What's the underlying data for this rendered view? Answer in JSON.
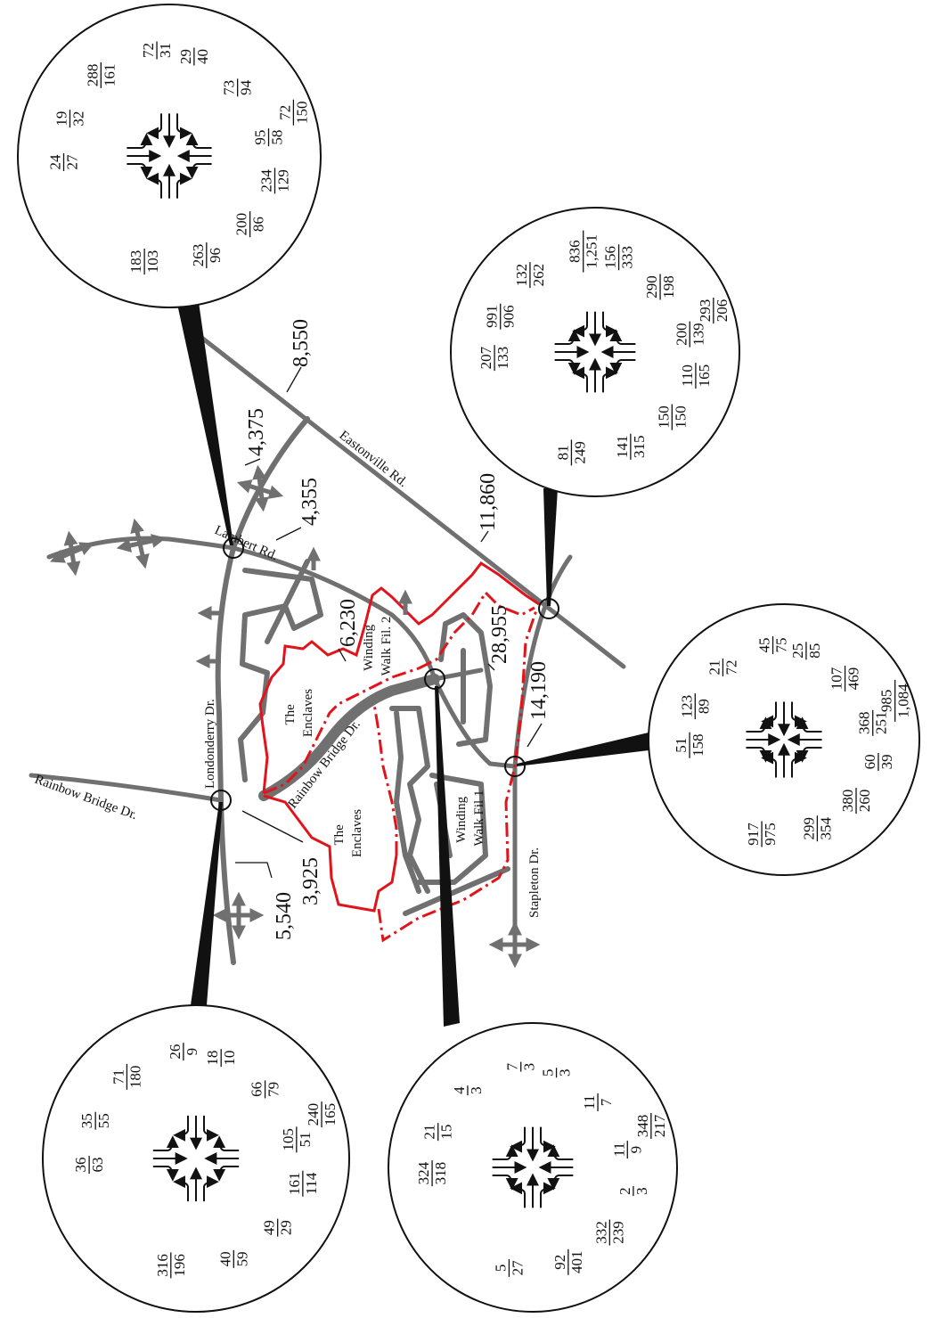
{
  "roads": {
    "eastonville": "Eastonville Rd.",
    "lambert": "Lambert Rd.",
    "londonderry": "Londonderry Dr.",
    "rainbow_bridge_w": "Rainbow Bridge Dr.",
    "rainbow_bridge_e": "Rainbow Bridge Dr.",
    "stapleton": "Stapleton Dr."
  },
  "areas": {
    "enclaves_1": [
      "The",
      "Enclaves"
    ],
    "enclaves_2": [
      "The",
      "Enclaves"
    ],
    "winding_2": [
      "Winding",
      "Walk Fil. 2"
    ],
    "winding_1": [
      "Winding",
      "Walk Fil 1"
    ]
  },
  "adt": {
    "a8550": "8,550",
    "a4375": "4,375",
    "a4355": "4,355",
    "a11860": "11,860",
    "a6230": "6,230",
    "a28955": "28,955",
    "a14190": "14,190",
    "a3925": "3,925",
    "a5540": "5,540"
  },
  "intersections": {
    "lambert": {
      "counts": [
        {
          "am": "72",
          "pm": "150"
        },
        {
          "am": "73",
          "pm": "94"
        },
        {
          "am": "29",
          "pm": "40"
        },
        {
          "am": "95",
          "pm": "58"
        },
        {
          "am": "72",
          "pm": "31"
        },
        {
          "am": "234",
          "pm": "129"
        },
        {
          "am": "288",
          "pm": "161"
        },
        {
          "am": "200",
          "pm": "86"
        },
        {
          "am": "19",
          "pm": "32"
        },
        {
          "am": "263",
          "pm": "96"
        },
        {
          "am": "24",
          "pm": "27"
        },
        {
          "am": "183",
          "pm": "103"
        }
      ]
    },
    "eastonville": {
      "counts": [
        {
          "am": "293",
          "pm": "206"
        },
        {
          "am": "290",
          "pm": "198"
        },
        {
          "am": "156",
          "pm": "333"
        },
        {
          "am": "200",
          "pm": "139"
        },
        {
          "am": "836",
          "pm": "1,251"
        },
        {
          "am": "110",
          "pm": "165"
        },
        {
          "am": "132",
          "pm": "262"
        },
        {
          "am": "150",
          "pm": "150"
        },
        {
          "am": "991",
          "pm": "906"
        },
        {
          "am": "141",
          "pm": "315"
        },
        {
          "am": "207",
          "pm": "133"
        },
        {
          "am": "81",
          "pm": "249"
        }
      ]
    },
    "stapleton": {
      "counts": [
        {
          "am": "985",
          "pm": "1,084"
        },
        {
          "am": "107",
          "pm": "469"
        },
        {
          "am": "25",
          "pm": "85"
        },
        {
          "am": "368",
          "pm": "251"
        },
        {
          "am": "45",
          "pm": "75"
        },
        {
          "am": "60",
          "pm": "39"
        },
        {
          "am": "21",
          "pm": "72"
        },
        {
          "am": "380",
          "pm": "260"
        },
        {
          "am": "123",
          "pm": "89"
        },
        {
          "am": "299",
          "pm": "354"
        },
        {
          "am": "51",
          "pm": "158"
        },
        {
          "am": "917",
          "pm": "975"
        }
      ]
    },
    "rainbow": {
      "counts": [
        {
          "am": "348",
          "pm": "217"
        },
        {
          "am": "11",
          "pm": "7"
        },
        {
          "am": "5",
          "pm": "3"
        },
        {
          "am": "11",
          "pm": "9"
        },
        {
          "am": "7",
          "pm": "3"
        },
        {
          "am": "2",
          "pm": "3"
        },
        {
          "am": "4",
          "pm": "3"
        },
        {
          "am": "332",
          "pm": "239"
        },
        {
          "am": "21",
          "pm": "15"
        },
        {
          "am": "92",
          "pm": "401"
        },
        {
          "am": "324",
          "pm": "318"
        },
        {
          "am": "5",
          "pm": "27"
        }
      ]
    },
    "londonderry": {
      "counts": [
        {
          "am": "240",
          "pm": "165"
        },
        {
          "am": "66",
          "pm": "79"
        },
        {
          "am": "18",
          "pm": "10"
        },
        {
          "am": "105",
          "pm": "51"
        },
        {
          "am": "26",
          "pm": "9"
        },
        {
          "am": "161",
          "pm": "114"
        },
        {
          "am": "71",
          "pm": "180"
        },
        {
          "am": "49",
          "pm": "29"
        },
        {
          "am": "35",
          "pm": "55"
        },
        {
          "am": "40",
          "pm": "59"
        },
        {
          "am": "36",
          "pm": "63"
        },
        {
          "am": "316",
          "pm": "196"
        }
      ]
    }
  }
}
